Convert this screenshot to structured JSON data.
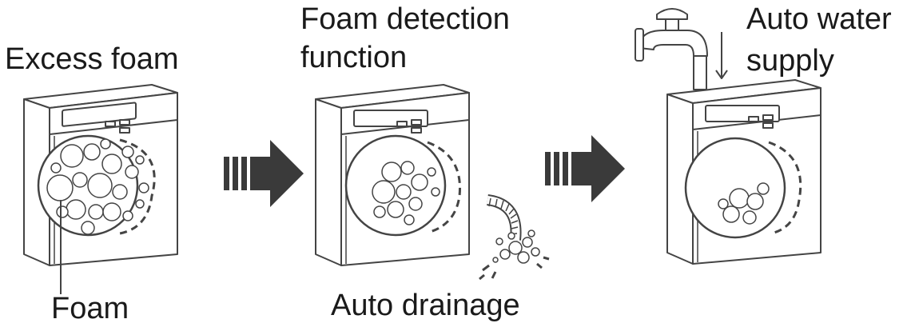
{
  "labels": {
    "excess_foam": "Excess foam",
    "foam": "Foam",
    "foam_detection_line1": "Foam detection",
    "foam_detection_line2": "function",
    "auto_drainage": "Auto drainage",
    "auto_water_line1": "Auto water",
    "auto_water_line2": "supply"
  },
  "colors": {
    "line": "#444444",
    "arrow": "#3a3a3a",
    "fill": "#ffffff"
  },
  "icons": {
    "arrow": "right-arrow-icon",
    "faucet": "faucet-icon",
    "hose": "drain-hose-icon"
  }
}
